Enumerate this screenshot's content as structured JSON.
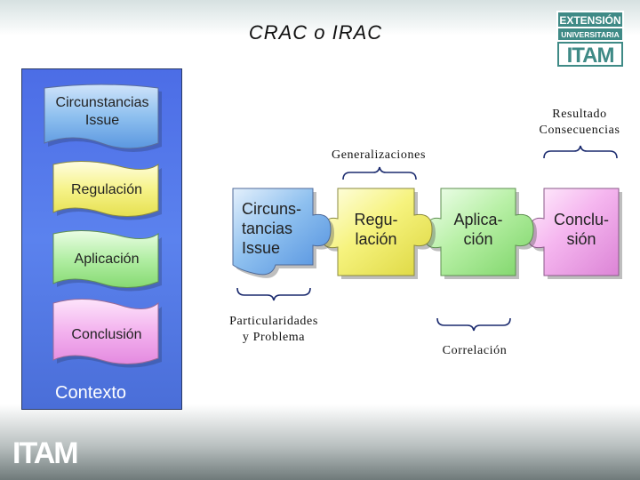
{
  "slide": {
    "title": "CRAC o IRAC",
    "logo_top": {
      "line1": "EXTENSIÓN",
      "line2": "UNIVERSITARIA",
      "mark": "ITAM"
    },
    "logo_bottom": {
      "mark": "ITAM"
    }
  },
  "side_panel": {
    "cards": [
      {
        "label_lines": [
          "Circunstancias",
          "Issue"
        ],
        "color": "#7fb4ec"
      },
      {
        "label_lines": [
          "Regulación"
        ],
        "color": "#f6f38a"
      },
      {
        "label_lines": [
          "Aplicación"
        ],
        "color": "#b2eea4"
      },
      {
        "label_lines": [
          "Conclusión"
        ],
        "color": "#f3b2ee"
      }
    ],
    "context_label": "Contexto",
    "panel_color": "#4f70e4"
  },
  "puzzle": {
    "pieces": [
      {
        "label_lines": [
          "Circuns-",
          "tancias",
          "Issue"
        ],
        "color": "#8ec0ef"
      },
      {
        "label_lines": [
          "Regu-",
          "lación"
        ],
        "color": "#f6f37e"
      },
      {
        "label_lines": [
          "Aplica-",
          "ción"
        ],
        "color": "#b8f0a6"
      },
      {
        "label_lines": [
          "Conclu-",
          "sión"
        ],
        "color": "#f5b6ef"
      }
    ]
  },
  "annotations": {
    "generalizaciones": "Generalizaciones",
    "resultado": [
      "Resultado",
      "Consecuencias"
    ],
    "particularidades": [
      "Particularidades",
      "y Problema"
    ],
    "correlacion": "Correlación"
  }
}
